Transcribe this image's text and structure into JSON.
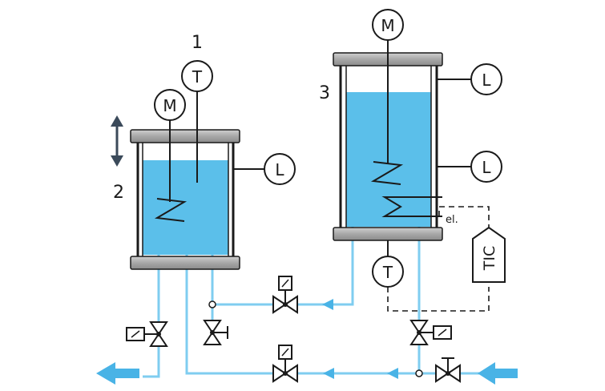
{
  "labels": {
    "vessel_1": "1",
    "vessel_2": "2",
    "vessel_3": "3",
    "electric": "el.",
    "controller": "TIC"
  },
  "instruments": {
    "motor": "M",
    "temperature": "T",
    "level": "L"
  },
  "colors": {
    "liquid": "#5bbfea",
    "pipe": "#7fcdf0",
    "flow_arrow": "#49b3e6",
    "flange": "#a8a8a8",
    "ink": "#1a1a1a"
  }
}
